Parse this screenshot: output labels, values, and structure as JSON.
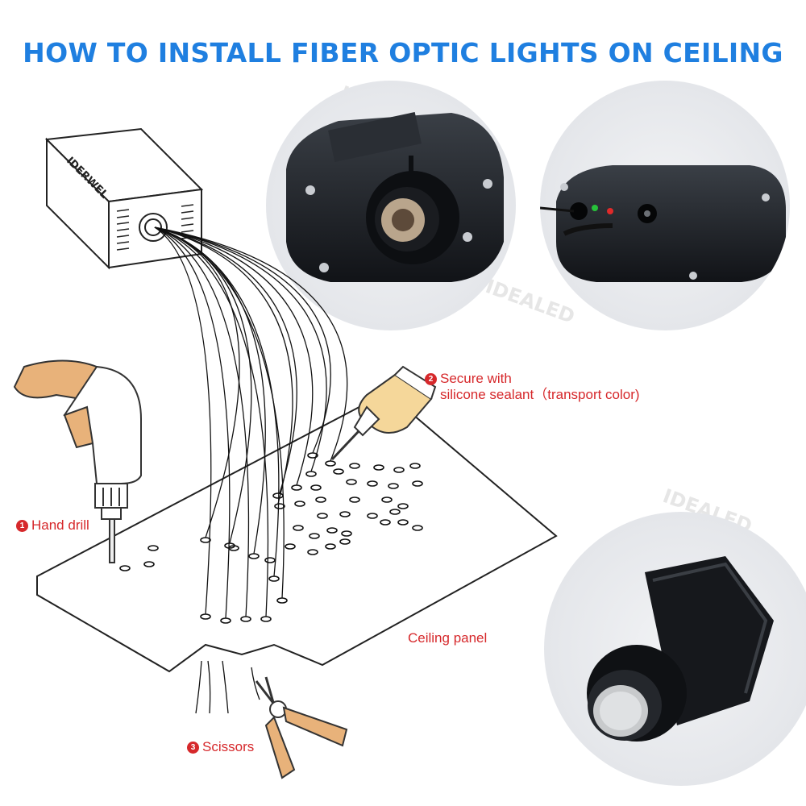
{
  "title": "HOW TO INSTALL FIBER OPTIC LIGHTS ON CEILING",
  "brand_text": "IDERWEL",
  "watermark": "IDEALED",
  "steps": [
    {
      "number": "1",
      "label": "Hand drill"
    },
    {
      "number": "2",
      "line1": "Secure with",
      "line2": "silicone sealant（transport color)"
    },
    {
      "number": "3",
      "label": "Scissors"
    }
  ],
  "ceiling_label": "Ceiling panel",
  "colors": {
    "title": "#1f7fe0",
    "label": "#d6282b",
    "tool_accent": "#e8b27a",
    "device": "#1c1f24"
  },
  "icons": [
    "light-source-box",
    "hand-drill-icon",
    "sealant-bottle-icon",
    "scissors-icon",
    "cable-gland-icon"
  ]
}
